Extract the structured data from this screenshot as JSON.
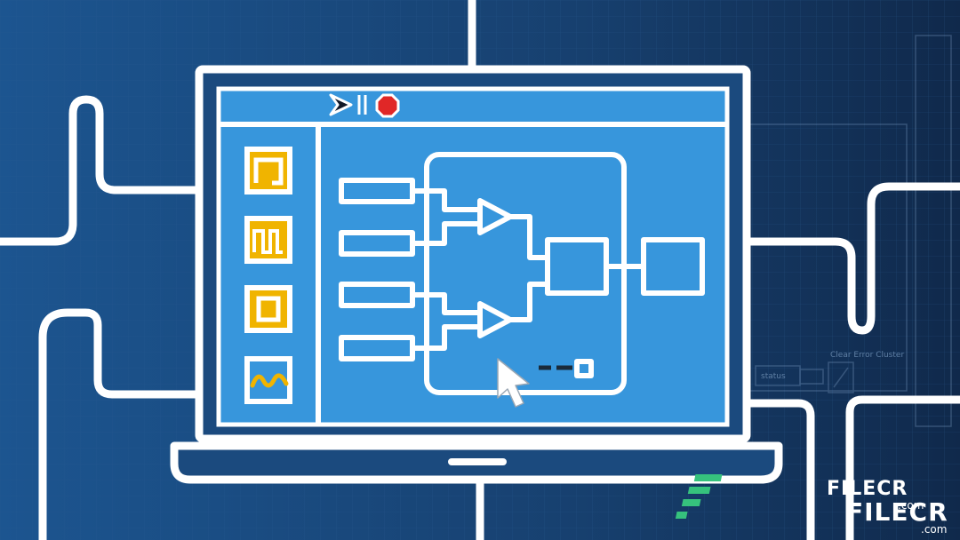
{
  "colors": {
    "background": "#13325a",
    "background_light": "#1b4a7e",
    "screen": "#3796dc",
    "line": "#ffffff",
    "icon_accent": "#f0b400",
    "stop_button": "#e02727",
    "watermark_green": "#36c27d"
  },
  "toolbar": {
    "icons": [
      "run-arrow-icon",
      "pause-icon",
      "stop-icon"
    ]
  },
  "palette": {
    "icons": [
      "square-wave-icon",
      "pulse-train-icon",
      "rectangle-loop-icon",
      "sine-wave-icon"
    ]
  },
  "diagram": {
    "inputs": 4,
    "amplifiers": 2,
    "blocks": 2
  },
  "background_panel": {
    "label": "Clear Error Cluster",
    "status_label": "status"
  },
  "watermark": {
    "line1": "FILECR",
    "line2": "FILECR",
    "suffix1": ".com",
    "suffix2": ".com"
  }
}
